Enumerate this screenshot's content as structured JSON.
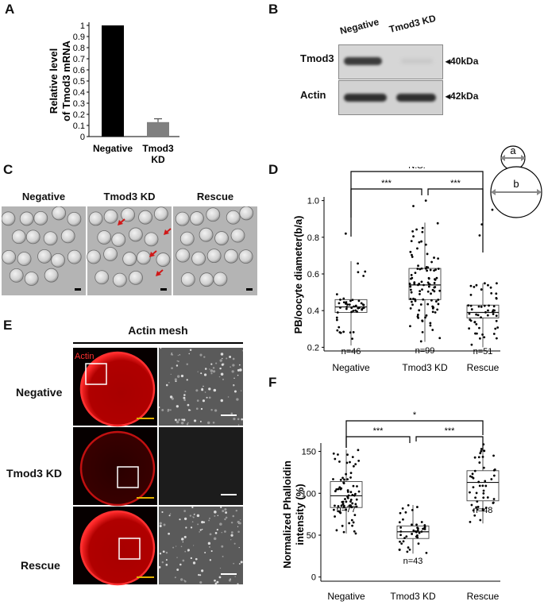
{
  "panel_labels": {
    "A": "A",
    "B": "B",
    "C": "C",
    "D": "D",
    "E": "E",
    "F": "F"
  },
  "chart_data": [
    {
      "panel": "A",
      "type": "bar",
      "ylabel": "Relative level of Tmod3 mRNA",
      "ylabel_lines": [
        "Relative level",
        "of Tmod3 mRNA"
      ],
      "categories": [
        "Negative",
        "Tmod3 KD"
      ],
      "category_lines": [
        [
          "Negative"
        ],
        [
          "Tmod3",
          "KD"
        ]
      ],
      "values": [
        1.0,
        0.13
      ],
      "errors": [
        0,
        0.03
      ],
      "bar_colors": [
        "#000000",
        "#808080"
      ],
      "ylim": [
        0,
        1
      ],
      "yticks": [
        "0",
        "0.1",
        "0.2",
        "0.3",
        "0.4",
        "0.5",
        "0.6",
        "0.7",
        "0.8",
        "0.9",
        "1"
      ]
    },
    {
      "panel": "D",
      "type": "box",
      "ylabel": "PB/oocyte diameter(b/a)",
      "categories": [
        "Negative",
        "Tmod3 KD",
        "Rescue"
      ],
      "ylim": [
        0.18,
        1.02
      ],
      "yticks": [
        0.2,
        0.4,
        0.6,
        0.8,
        1.0
      ],
      "ytick_labels": [
        "0.2",
        "0.4",
        "0.6",
        "0.8",
        "1.0"
      ],
      "boxes": [
        {
          "min": 0.21,
          "q1": 0.39,
          "median": 0.42,
          "q3": 0.46,
          "max": 0.67
        },
        {
          "min": 0.23,
          "q1": 0.46,
          "median": 0.54,
          "q3": 0.63,
          "max": 0.88
        },
        {
          "min": 0.2,
          "q1": 0.36,
          "median": 0.39,
          "q3": 0.43,
          "max": 0.55
        }
      ],
      "n_labels": [
        "n=46",
        "n=99",
        "n=51"
      ],
      "counts": [
        46,
        99,
        51
      ],
      "outliers": [
        [
          0.82
        ],
        [
          1.0,
          0.97
        ],
        [
          0.95,
          0.87,
          0.81
        ]
      ],
      "comparisons": [
        {
          "from": 0,
          "to": 1,
          "label": "***",
          "level": 1
        },
        {
          "from": 1,
          "to": 2,
          "label": "***",
          "level": 1
        },
        {
          "from": 0,
          "to": 2,
          "label": "N.S.",
          "level": 2
        }
      ]
    },
    {
      "panel": "F",
      "type": "box",
      "ylabel": "Normalized Phalloidin intensity (%)",
      "ylabel_lines": [
        "Normalized Phalloidin",
        "intensity (%)"
      ],
      "categories": [
        "Negative",
        "Tmod3 KD",
        "Rescue"
      ],
      "ylim": [
        -5,
        160
      ],
      "yticks": [
        0,
        50,
        100,
        150
      ],
      "ytick_labels": [
        "0",
        "50",
        "100",
        "150"
      ],
      "boxes": [
        {
          "min": 52,
          "q1": 83,
          "median": 97,
          "q3": 114,
          "max": 152
        },
        {
          "min": 28,
          "q1": 46,
          "median": 54,
          "q3": 61,
          "max": 86
        },
        {
          "min": 64,
          "q1": 91,
          "median": 113,
          "q3": 127,
          "max": 160
        }
      ],
      "n_labels": [
        "n=77",
        "n=43",
        "n=48"
      ],
      "counts": [
        77,
        43,
        48
      ],
      "comparisons": [
        {
          "from": 0,
          "to": 1,
          "label": "***",
          "level": 1
        },
        {
          "from": 1,
          "to": 2,
          "label": "***",
          "level": 1
        },
        {
          "from": 0,
          "to": 2,
          "label": "*",
          "level": 2
        }
      ]
    }
  ],
  "western_blot": {
    "lanes": [
      "Negative",
      "Tmod3 KD"
    ],
    "rows": [
      {
        "label": "Tmod3",
        "marker": "◂40kDa"
      },
      {
        "label": "Actin",
        "marker": "◂42kDa"
      }
    ]
  },
  "oocyte_panel": {
    "titles": [
      "Negative",
      "Tmod3 KD",
      "Rescue"
    ]
  },
  "diagram": {
    "a": "a",
    "b": "b"
  },
  "actin_panel": {
    "title": "Actin mesh",
    "channel_label": "Actin",
    "rows": [
      "Negative",
      "Tmod3 KD",
      "Rescue"
    ]
  }
}
